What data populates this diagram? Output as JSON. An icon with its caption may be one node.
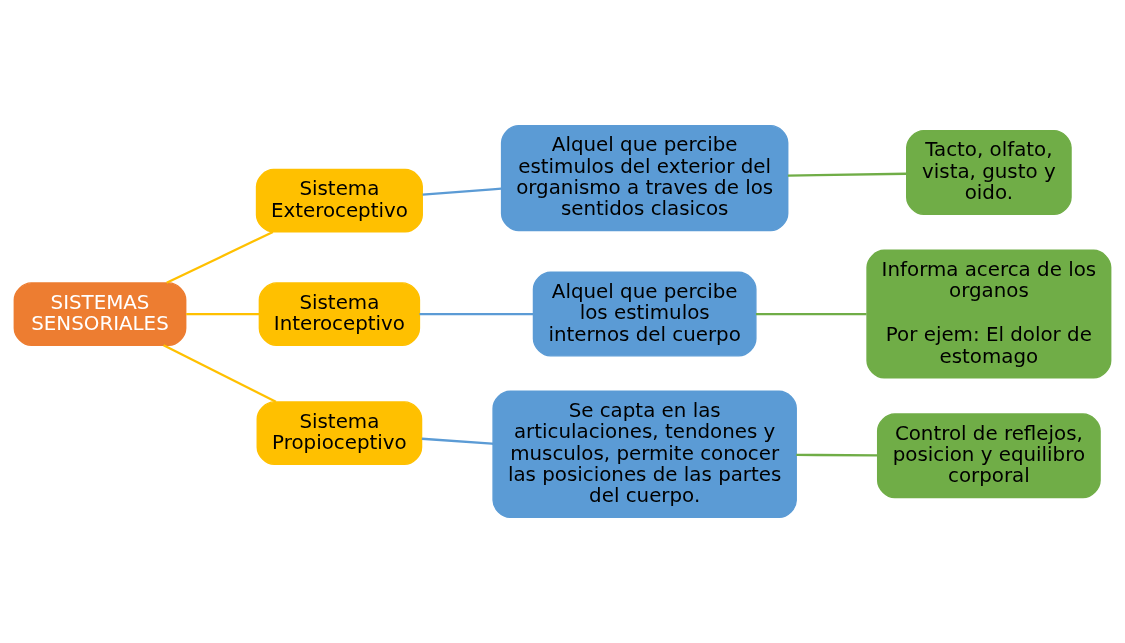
{
  "diagram": {
    "nodes": [
      {
        "text": [
          "SISTEMAS SENSORIALES"
        ]
      },
      {
        "text": [
          "Sistema Exteroceptivo"
        ]
      },
      {
        "text": [
          "Alquel que percibe estimulos del exterior del organismo a traves de los sentidos clasicos"
        ]
      },
      {
        "text": [
          "Tacto, olfato, vista, gusto y oido."
        ]
      },
      {
        "text": [
          "Sistema Interoceptivo"
        ]
      },
      {
        "text": [
          "Alquel que percibe los estimulos internos del cuerpo"
        ]
      },
      {
        "text": [
          "Informa acerca de los organos",
          "Por ejem: El dolor de estomago"
        ]
      },
      {
        "text": [
          "Sistema Propioceptivo"
        ]
      },
      {
        "text": [
          "Se capta en las articulaciones, tendones y musculos, permite conocer las posiciones de las partes del cuerpo."
        ]
      },
      {
        "text": [
          "Control de reflejos, posicion y equilibro corporal"
        ]
      }
    ],
    "edges": [
      {
        "from": 0,
        "to": 1,
        "arrow": "none",
        "color": "#ffc000"
      },
      {
        "from": 0,
        "to": 4,
        "arrow": "none",
        "color": "#ffc000"
      },
      {
        "from": 0,
        "to": 7,
        "arrow": "none",
        "color": "#ffc000"
      },
      {
        "from": 1,
        "to": 2,
        "arrow": "none",
        "color": "#5b9bd5"
      },
      {
        "from": 4,
        "to": 5,
        "arrow": "none",
        "color": "#5b9bd5"
      },
      {
        "from": 7,
        "to": 8,
        "arrow": "none",
        "color": "#5b9bd5"
      },
      {
        "from": 2,
        "to": 3,
        "arrow": "none",
        "color": "#70ad47"
      },
      {
        "from": 5,
        "to": 6,
        "arrow": "none",
        "color": "#70ad47"
      },
      {
        "from": 8,
        "to": 9,
        "arrow": "none",
        "color": "#70ad47"
      }
    ]
  }
}
